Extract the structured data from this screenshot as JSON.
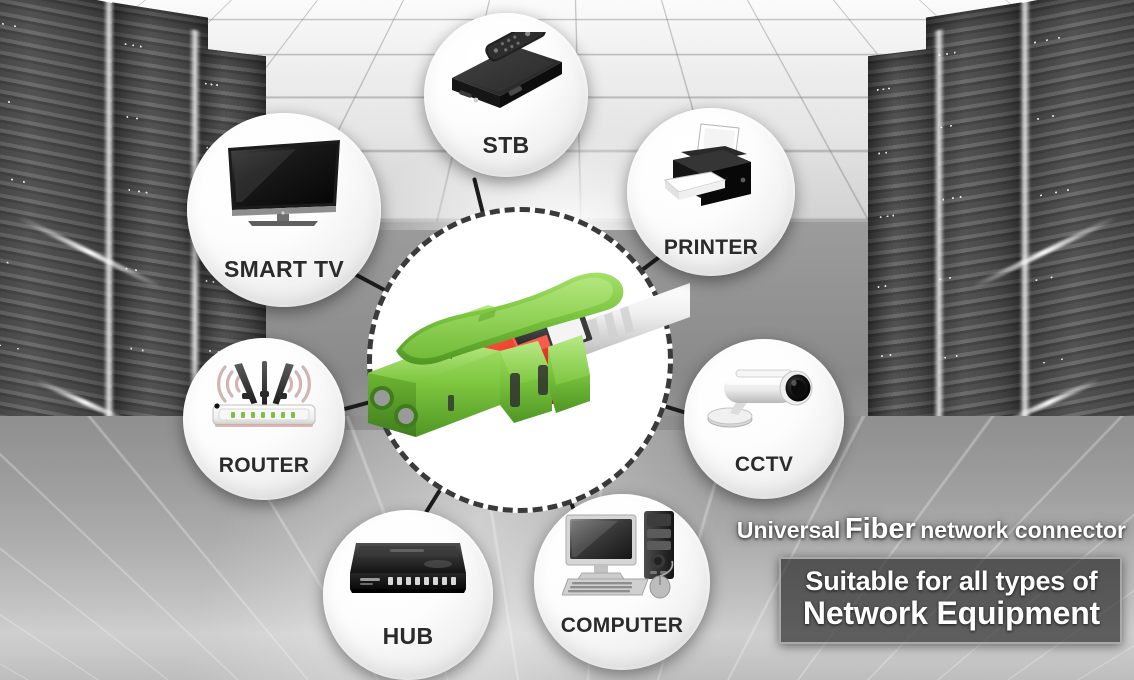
{
  "scene": {
    "background_description": "data-center-server-room-grayscale",
    "center_product": "green-lc-apc-fiber-optic-connector"
  },
  "hub": {
    "name": "fiber-connector-hub"
  },
  "nodes": [
    {
      "id": "smart-tv",
      "label": "SMART TV",
      "icon": "television-icon"
    },
    {
      "id": "stb",
      "label": "STB",
      "icon": "set-top-box-icon"
    },
    {
      "id": "printer",
      "label": "PRINTER",
      "icon": "printer-icon"
    },
    {
      "id": "cctv",
      "label": "CCTV",
      "icon": "cctv-camera-icon"
    },
    {
      "id": "computer",
      "label": "COMPUTER",
      "icon": "desktop-computer-icon"
    },
    {
      "id": "hub",
      "label": "HUB",
      "icon": "network-switch-icon"
    },
    {
      "id": "router",
      "label": "ROUTER",
      "icon": "wifi-router-icon"
    }
  ],
  "tagline": {
    "part1": "Universal",
    "part2": "Fiber",
    "part3": "network connector"
  },
  "promo": {
    "line1": "Suitable for all types of",
    "line2": "Network Equipment"
  },
  "colors": {
    "connector_green": "#7dc63f",
    "connector_green_dark": "#5ea62c",
    "connector_red": "#e8352a",
    "cable_white": "#f2f2f2",
    "label_text": "#2b2b2b",
    "promo_text": "#ffffff",
    "dashed_circle": "#3a3a3a"
  }
}
